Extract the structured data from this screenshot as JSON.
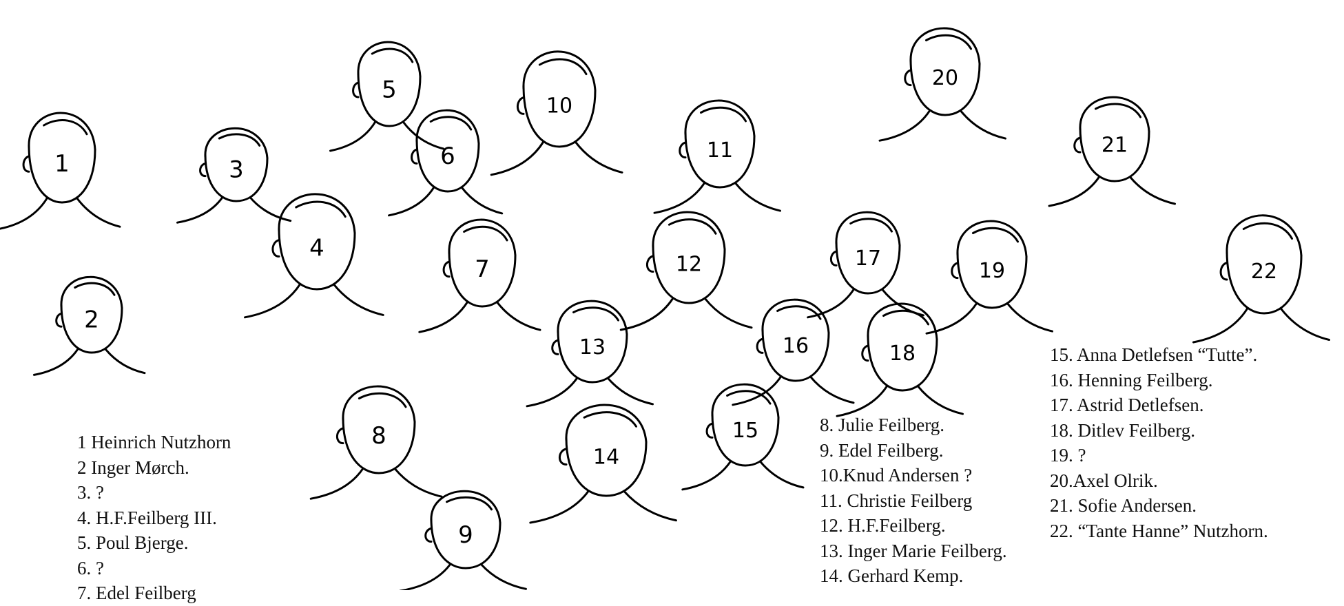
{
  "figures": [
    {
      "id": "1",
      "label": "1"
    },
    {
      "id": "2",
      "label": "2"
    },
    {
      "id": "3",
      "label": "3"
    },
    {
      "id": "4",
      "label": "4"
    },
    {
      "id": "5",
      "label": "5"
    },
    {
      "id": "6",
      "label": "6"
    },
    {
      "id": "7",
      "label": "7"
    },
    {
      "id": "8",
      "label": "8"
    },
    {
      "id": "9",
      "label": "9"
    },
    {
      "id": "10",
      "label": "10"
    },
    {
      "id": "11",
      "label": "11"
    },
    {
      "id": "12",
      "label": "12"
    },
    {
      "id": "13",
      "label": "13"
    },
    {
      "id": "14",
      "label": "14"
    },
    {
      "id": "15",
      "label": "15"
    },
    {
      "id": "16",
      "label": "16"
    },
    {
      "id": "17",
      "label": "17"
    },
    {
      "id": "18",
      "label": "18"
    },
    {
      "id": "19",
      "label": "19"
    },
    {
      "id": "20",
      "label": "20"
    },
    {
      "id": "21",
      "label": "21"
    },
    {
      "id": "22",
      "label": "22"
    }
  ],
  "legend": {
    "column_1": [
      "1 Heinrich Nutzhorn",
      "2 Inger Mørch.",
      "3. ?",
      "4. H.F.Feilberg III.",
      "5. Poul Bjerge.",
      "6. ?",
      "7. Edel Feilberg"
    ],
    "column_2": [
      "8. Julie Feilberg.",
      "9. Edel Feilberg.",
      "10.Knud Andersen ?",
      "11. Christie Feilberg",
      "12. H.F.Feilberg.",
      "13. Inger Marie Feilberg.",
      "14. Gerhard Kemp."
    ],
    "column_3": [
      "15. Anna Detlefsen “Tutte”.",
      "16. Henning Feilberg.",
      "17. Astrid Detlefsen.",
      "18. Ditlev Feilberg.",
      "19. ?",
      "20.Axel Olrik.",
      "21. Sofie Andersen.",
      "22. “Tante Hanne” Nutzhorn."
    ]
  }
}
